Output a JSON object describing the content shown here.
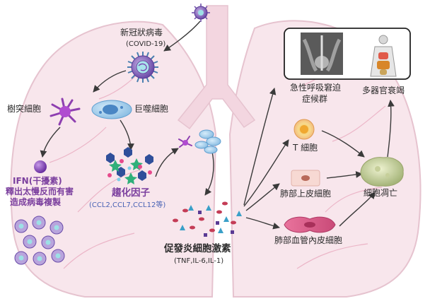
{
  "labels": {
    "virus_name": "新冠狀病毒",
    "virus_sub": "(COVID-19)",
    "dendritic_cell": "樹突細胞",
    "macrophage": "巨噬細胞",
    "ifn_line1": "IFN(干擾素)",
    "ifn_line2": "釋出太慢反而有害",
    "ifn_line3": "造成病毒複製",
    "chemokine": "趨化因子",
    "chemokine_sub": "(CCL2,CCL7,CCL12等)",
    "cytokine": "促發炎細胞激素",
    "cytokine_sub": "(TNF,IL-6,IL-1)",
    "ards_line1": "急性呼吸窘迫",
    "ards_line2": "症候群",
    "organ_failure": "多器官衰竭",
    "t_cell": "T 細胞",
    "epithelial": "肺部上皮細胞",
    "endothelial": "肺部血管內皮細胞",
    "apoptosis": "細胞凋亡"
  },
  "colors": {
    "lung_fill": "#f8e6ec",
    "lung_stroke": "#e6c3cf",
    "arrow": "#3a3a3a",
    "purple_text": "#7b3f9e",
    "blue_text": "#4a63b5"
  },
  "icons": [
    "coronavirus-icon",
    "dendritic-cell-icon",
    "macrophage-icon",
    "ifn-sphere-icon",
    "chest-xray-icon",
    "organ-body-icon",
    "t-cell-icon",
    "epithelial-cell-icon",
    "endothelial-cell-icon",
    "apoptotic-cell-icon"
  ]
}
